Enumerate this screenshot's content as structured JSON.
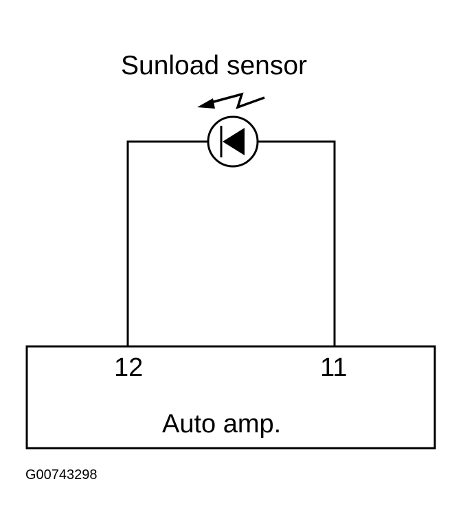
{
  "sensor": {
    "title": "Sunload sensor",
    "symbol": "photodiode"
  },
  "pins": {
    "left": "12",
    "right": "11"
  },
  "amplifier": {
    "label": "Auto amp."
  },
  "figure": {
    "id": "G00743298"
  },
  "colors": {
    "line": "#000000",
    "background": "#ffffff"
  }
}
